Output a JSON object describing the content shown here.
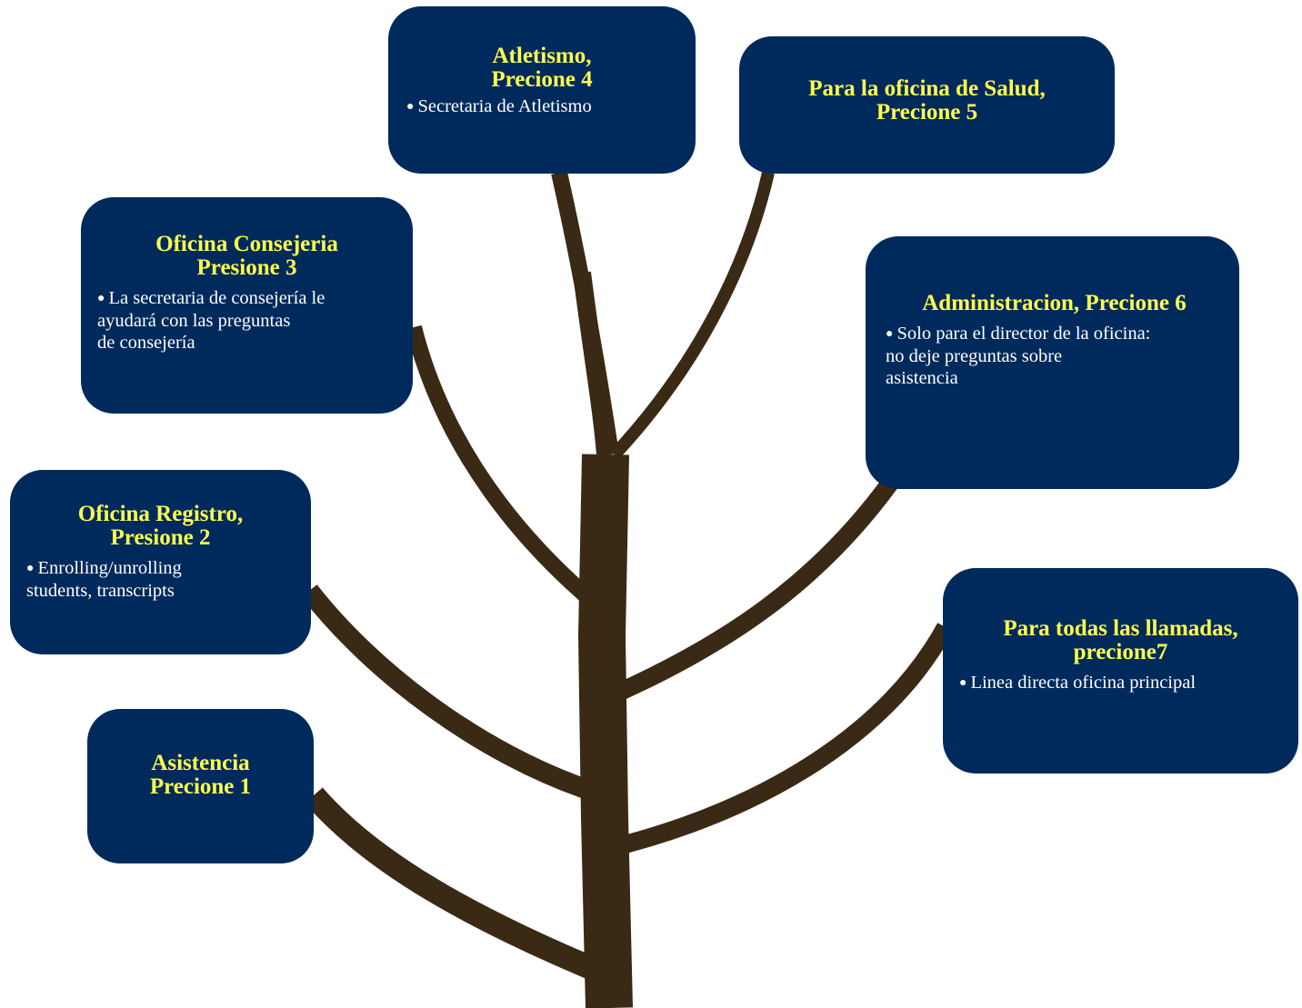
{
  "colors": {
    "box_bg": "#002a5c",
    "title": "#ffff4d",
    "bullet_text": "#ffffff",
    "trunk": "#3a2914"
  },
  "nodes": {
    "atletismo": {
      "title": "Atletismo,\nPrecione 4",
      "bullet": "Secretaria de Atletismo"
    },
    "salud": {
      "title": "Para la oficina de Salud,\nPrecione 5"
    },
    "consejeria": {
      "title": "Oficina Consejeria\nPresione 3",
      "bullet": "La secretaria de consejería le\n      ayudará con las preguntas\n      de consejería"
    },
    "administracion": {
      "title": "Administracion, Precione 6",
      "bullet": "Solo para el director de la oficina:\n       no deje preguntas sobre\n       asistencia"
    },
    "registro": {
      "title": "Oficina Registro,\nPresione 2",
      "bullet": "Enrolling/unrolling\n      students, transcripts"
    },
    "llamadas": {
      "title": "Para todas las llamadas,\nprecione7",
      "bullet": "Linea directa oficina principal"
    },
    "asistencia": {
      "title": "Asistencia\nPrecione 1"
    }
  }
}
